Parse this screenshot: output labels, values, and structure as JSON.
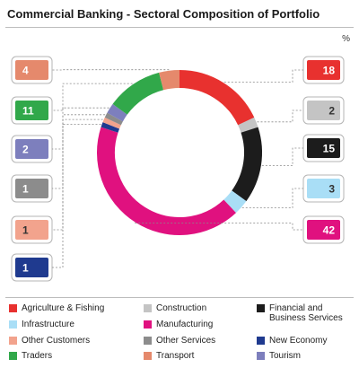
{
  "title": "Commercial Banking - Sectoral Composition of Portfolio",
  "unit": "%",
  "chart_data": {
    "type": "pie",
    "variant": "donut",
    "title": "Commercial Banking - Sectoral Composition of Portfolio",
    "unit": "%",
    "slices": [
      {
        "name": "Agriculture & Fishing",
        "value": 18,
        "label": "18",
        "color": "#e8312f",
        "side": "right"
      },
      {
        "name": "Construction",
        "value": 2,
        "label": "2",
        "color": "#c4c4c4",
        "side": "right"
      },
      {
        "name": "Financial and Business Services",
        "value": 15,
        "label": "15",
        "color": "#1c1c1c",
        "side": "right"
      },
      {
        "name": "Infrastructure",
        "value": 3,
        "label": "3",
        "color": "#a9def6",
        "side": "right"
      },
      {
        "name": "Manufacturing",
        "value": 42,
        "label": "42",
        "color": "#e0117f",
        "side": "right"
      },
      {
        "name": "New Economy",
        "value": 1,
        "label": "1",
        "color": "#1f3a8f",
        "side": "left"
      },
      {
        "name": "Other Customers",
        "value": 1,
        "label": "1",
        "color": "#f2a38d",
        "side": "left"
      },
      {
        "name": "Other Services",
        "value": 1,
        "label": "1",
        "color": "#8c8c8c",
        "side": "left"
      },
      {
        "name": "Tourism",
        "value": 2,
        "label": "2",
        "color": "#7d7fbd",
        "side": "left"
      },
      {
        "name": "Traders",
        "value": 11,
        "label": "11",
        "color": "#31a84a",
        "side": "left"
      },
      {
        "name": "Transport",
        "value": 4,
        "label": "4",
        "color": "#e5896c",
        "side": "left"
      }
    ],
    "legend_position": "bottom"
  },
  "legend": [
    {
      "label": "Agriculture & Fishing",
      "color": "#e8312f"
    },
    {
      "label": "Construction",
      "color": "#c4c4c4"
    },
    {
      "label": "Financial and Business Services",
      "color": "#1c1c1c"
    },
    {
      "label": "Infrastructure",
      "color": "#a9def6"
    },
    {
      "label": "Manufacturing",
      "color": "#e0117f"
    },
    {
      "label": "New Economy",
      "color": "#1f3a8f"
    },
    {
      "label": "Other Customers",
      "color": "#f2a38d"
    },
    {
      "label": "Other Services",
      "color": "#8c8c8c"
    },
    {
      "label": "Traders",
      "color": "#31a84a"
    },
    {
      "label": "Transport",
      "color": "#e5896c"
    },
    {
      "label": "Tourism",
      "color": "#7d7fbd"
    }
  ]
}
